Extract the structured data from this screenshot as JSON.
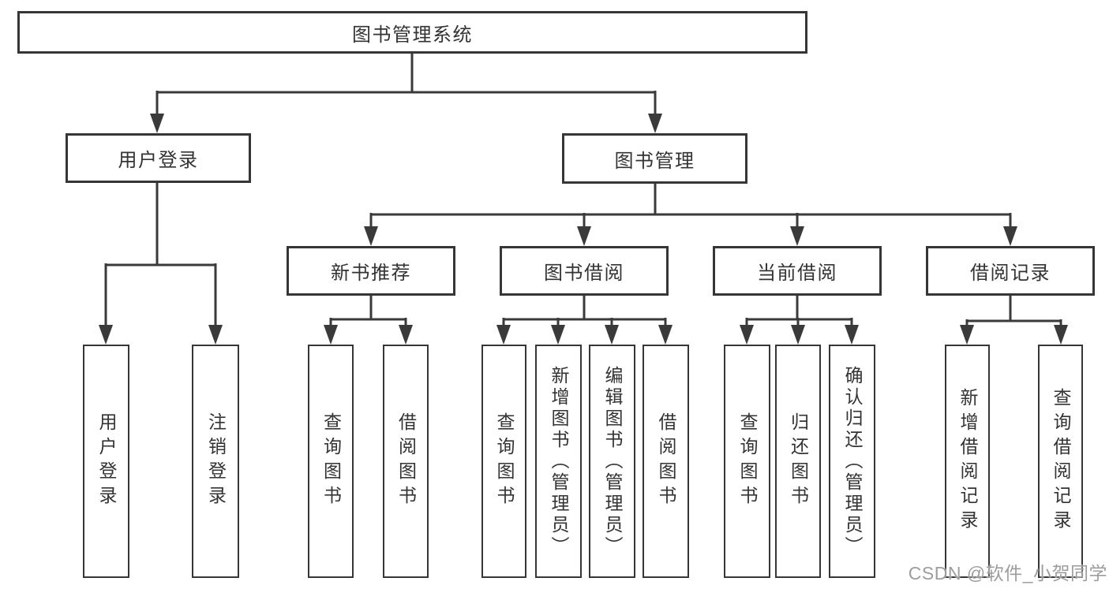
{
  "colors": {
    "background": "#ffffff",
    "line": "#3a3a3a",
    "box_border": "#363636",
    "box_fill": "#ffffff",
    "text": "#333333",
    "watermark_text": "#9d9d9d"
  },
  "watermark": {
    "text": "CSDN @软件_小贺同学"
  },
  "diagram": {
    "type": "hierarchy-tree",
    "root": {
      "label": "图书管理系统",
      "children": [
        {
          "label": "用户登录",
          "children": [
            {
              "label": "用户登录"
            },
            {
              "label": "注销登录"
            }
          ]
        },
        {
          "label": "图书管理",
          "children": [
            {
              "label": "新书推荐",
              "children": [
                {
                  "label": "查询图书"
                },
                {
                  "label": "借阅图书"
                }
              ]
            },
            {
              "label": "图书借阅",
              "children": [
                {
                  "label": "查询图书"
                },
                {
                  "label": "新增图书（管理员）"
                },
                {
                  "label": "编辑图书（管理员）"
                },
                {
                  "label": "借阅图书"
                }
              ]
            },
            {
              "label": "当前借阅",
              "children": [
                {
                  "label": "查询图书"
                },
                {
                  "label": "归还图书"
                },
                {
                  "label": "确认归还（管理员）"
                }
              ]
            },
            {
              "label": "借阅记录",
              "children": [
                {
                  "label": "新增借阅记录"
                },
                {
                  "label": "查询借阅记录"
                }
              ]
            }
          ]
        }
      ]
    }
  }
}
